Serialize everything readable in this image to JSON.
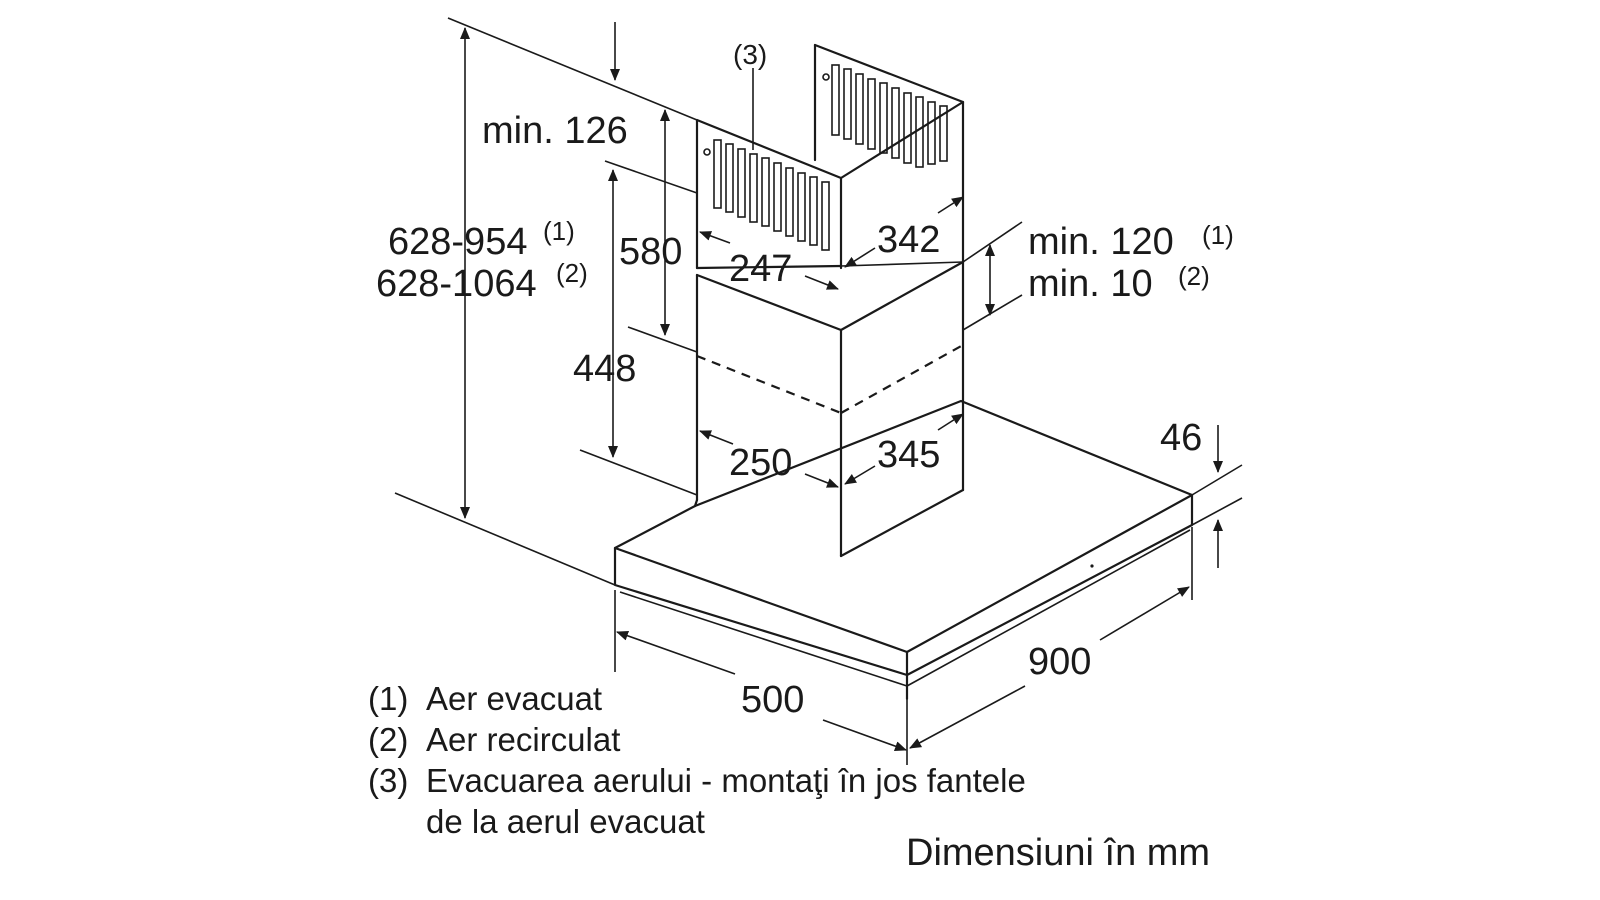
{
  "dimensions": {
    "total_height_line1": "628-954",
    "total_height_line1_note": "(1)",
    "total_height_line2": "628-1064",
    "total_height_line2_note": "(2)",
    "min_126": "min. 126",
    "h_580": "580",
    "h_448": "448",
    "upper_width": "247",
    "upper_depth": "342",
    "lower_width": "250",
    "lower_depth": "345",
    "min_120": "min. 120",
    "min_120_note": "(1)",
    "min_10": "min. 10",
    "min_10_note": "(2)",
    "hood_height": "46",
    "hood_width": "900",
    "hood_depth": "500",
    "callout_3": "(3)"
  },
  "legend": [
    {
      "num": "(1)",
      "text": "Aer evacuat"
    },
    {
      "num": "(2)",
      "text": "Aer recirculat"
    },
    {
      "num": "(3)",
      "text": "Evacuarea aerului - montaţi în jos fantele"
    },
    {
      "num": "",
      "text": "de la aerul evacuat"
    }
  ],
  "units_note": "Dimensiuni în mm"
}
